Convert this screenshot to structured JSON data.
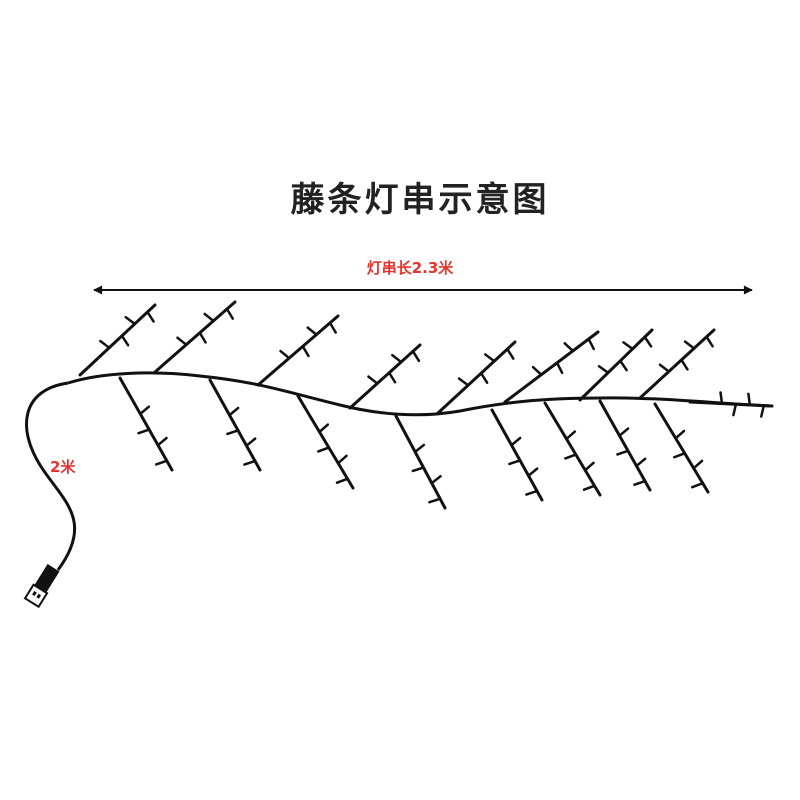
{
  "title": "藤条灯串示意图",
  "length_label": "灯串长2.3米",
  "cable_label": "2米",
  "colors": {
    "title": "#222222",
    "label": "#e8322d",
    "line": "#111111"
  }
}
